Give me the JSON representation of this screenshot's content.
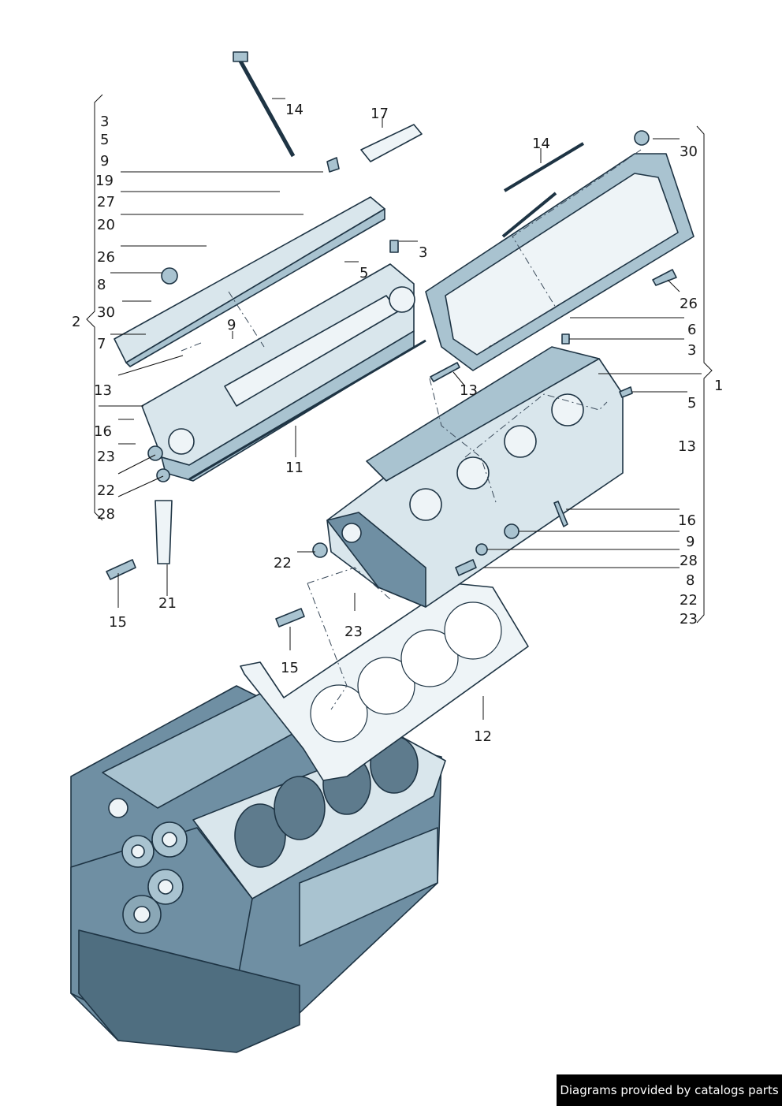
{
  "labels": {
    "l_3a": "3",
    "l_5a": "5",
    "l_9a": "9",
    "l_19": "19",
    "l_27": "27",
    "l_20": "20",
    "l_26a": "26",
    "l_8a": "8",
    "l_30a": "30",
    "l_7": "7",
    "l_13a": "13",
    "l_16a": "16",
    "l_23a": "23",
    "l_22a": "22",
    "l_28a": "28",
    "l_2": "2",
    "l_14a": "14",
    "l_17": "17",
    "l_3b": "3",
    "l_5b": "5",
    "l_9b": "9",
    "l_11": "11",
    "l_21": "21",
    "l_15a": "15",
    "l_14b": "14",
    "l_30b": "30",
    "l_26b": "26",
    "l_6": "6",
    "l_3c": "3",
    "l_13b": "13",
    "l_1": "1",
    "l_5c": "5",
    "l_13c": "13",
    "l_16b": "16",
    "l_9c": "9",
    "l_28b": "28",
    "l_8b": "8",
    "l_22b": "22",
    "l_23b": "23",
    "l_22c": "22",
    "l_23c": "23",
    "l_15b": "15",
    "l_12": "12"
  },
  "footer": {
    "credit": "Diagrams provided by catalogs parts"
  }
}
